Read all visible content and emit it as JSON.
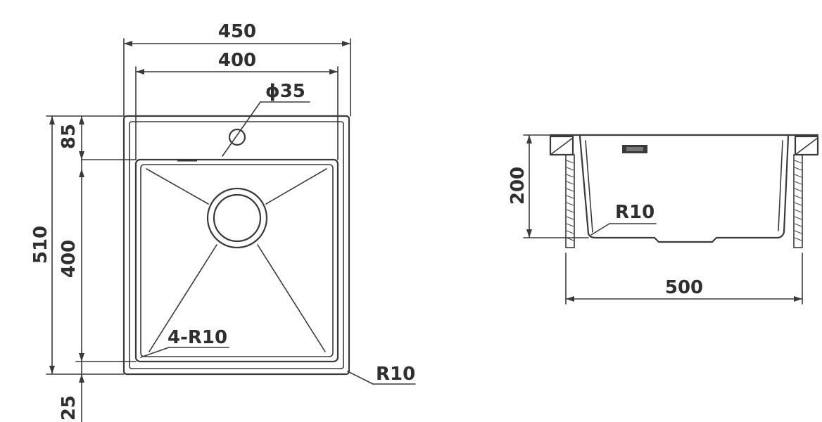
{
  "top_view": {
    "dimensions": {
      "overall_width": "450",
      "bowl_width": "400",
      "drain_hole": "ϕ35",
      "deck_depth": "85",
      "overall_depth": "510",
      "bowl_depth": "400",
      "corner_radius_inner": "4-R10",
      "corner_radius_outer": "R10",
      "bottom_offset": "25"
    }
  },
  "side_view": {
    "dimensions": {
      "height": "200",
      "bottom_radius": "R10",
      "width": "500"
    }
  }
}
